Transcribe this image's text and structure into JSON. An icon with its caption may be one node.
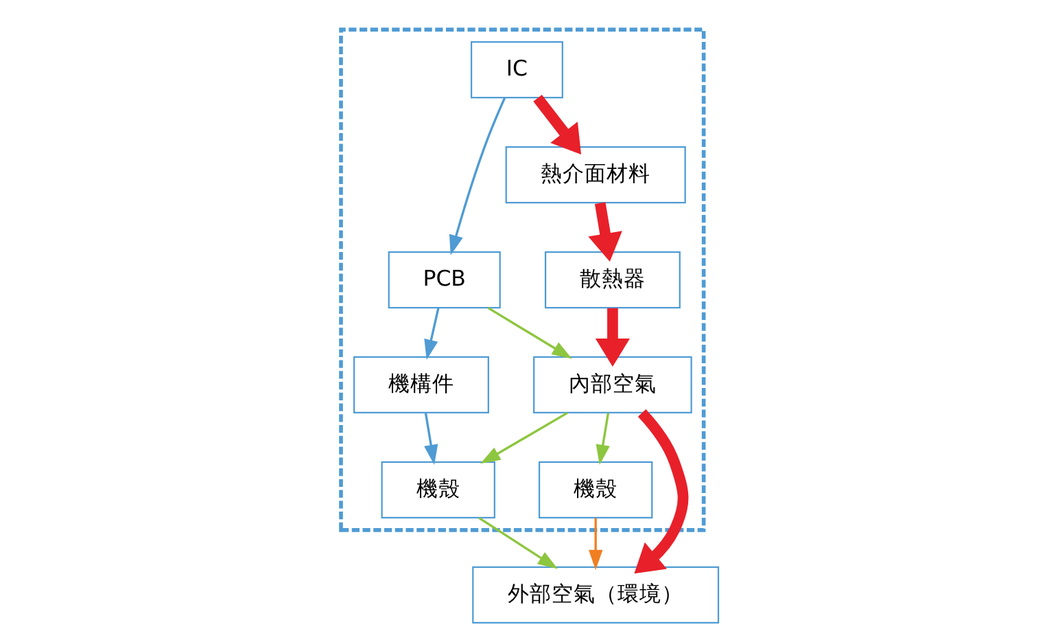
{
  "diagram": {
    "nodes": [
      {
        "text": [],
        "shape": "box"
      },
      {
        "text": [
          "IC"
        ],
        "in": 0
      },
      {
        "text": [
          "PCB"
        ],
        "in": 0
      },
      {
        "text": [
          "熱介面材料"
        ],
        "in": 0
      },
      {
        "text": [
          "機構件"
        ],
        "in": 0
      },
      {
        "text": [
          "散熱器"
        ],
        "in": 0
      },
      {
        "text": [
          "內部空氣"
        ],
        "in": 0
      },
      {
        "text": [
          "機殼"
        ],
        "in": 0
      },
      {
        "text": [
          "機殼"
        ],
        "in": 0
      },
      {
        "text": [
          "外部空氣（環境）"
        ]
      }
    ],
    "edges": [
      {
        "from": 1,
        "to": 2,
        "arrow": "to",
        "color": "#4f9bd4"
      },
      {
        "from": 1,
        "to": 3,
        "arrow": "to",
        "style": "thick",
        "color": "#e8202a"
      },
      {
        "from": 2,
        "to": 4,
        "arrow": "to",
        "color": "#4f9bd4"
      },
      {
        "from": 2,
        "to": 6,
        "arrow": "to",
        "color": "#8dc63f"
      },
      {
        "from": 3,
        "to": 5,
        "arrow": "to",
        "style": "thick",
        "color": "#e8202a"
      },
      {
        "from": 5,
        "to": 6,
        "arrow": "to",
        "style": "thick",
        "color": "#e8202a"
      },
      {
        "from": 4,
        "to": 7,
        "arrow": "to",
        "color": "#4f9bd4"
      },
      {
        "from": 6,
        "to": 7,
        "arrow": "to",
        "color": "#8dc63f"
      },
      {
        "from": 6,
        "to": 8,
        "arrow": "to",
        "color": "#8dc63f"
      },
      {
        "from": 6,
        "to": 9,
        "arrow": "to",
        "style": "thick",
        "color": "#e8202a"
      },
      {
        "from": 7,
        "to": 9,
        "arrow": "to",
        "color": "#8dc63f"
      },
      {
        "from": 8,
        "to": 9,
        "arrow": "to",
        "color": "#f07f22"
      }
    ]
  }
}
